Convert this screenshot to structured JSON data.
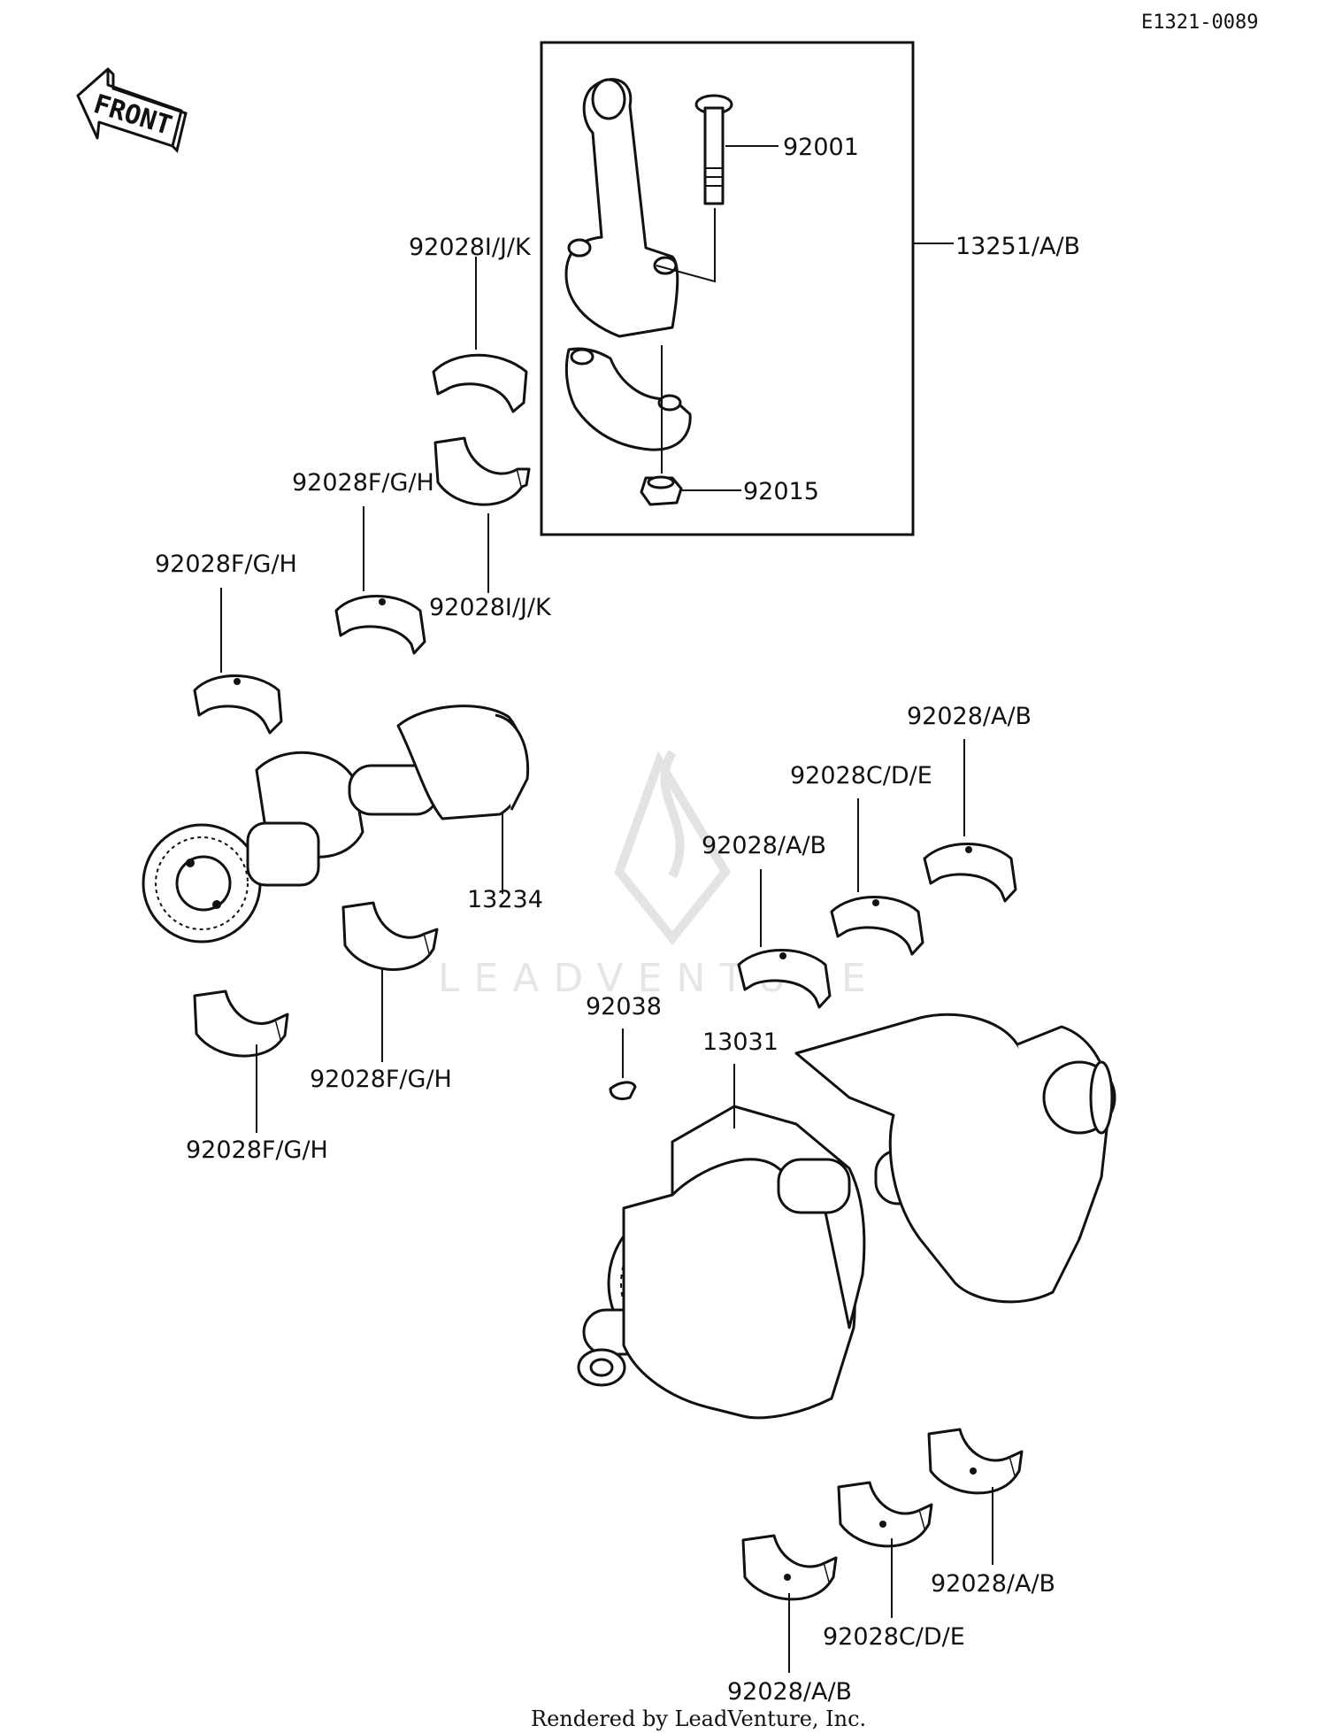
{
  "diagram": {
    "code": "E1321-0089",
    "front_label": "FRONT",
    "watermark": "LEADVENTURE",
    "footer": "Rendered by LeadVenture, Inc.",
    "callouts": {
      "bolt": "92001",
      "con_rod_assy": "13251/A/B",
      "nut": "92015",
      "rod_bearing_upper": "92028I/J/K",
      "rod_bearing_lower": "92028I/J/K",
      "rod_bearing_fgh": "92028F/G/H",
      "balancer_bearing_1": "92028F/G/H",
      "balancer": "13234",
      "balancer_bearing_2": "92028F/G/H",
      "balancer_bearing_3": "92028F/G/H",
      "main_bearing_ab_top": "92028/A/B",
      "main_bearing_cde_top": "92028C/D/E",
      "main_bearing_ab_mid": "92028/A/B",
      "key": "92038",
      "crankshaft": "13031",
      "main_bearing_ab_right": "92028/A/B",
      "main_bearing_cde_bottom": "92028C/D/E",
      "main_bearing_ab_bottom": "92028/A/B"
    }
  }
}
